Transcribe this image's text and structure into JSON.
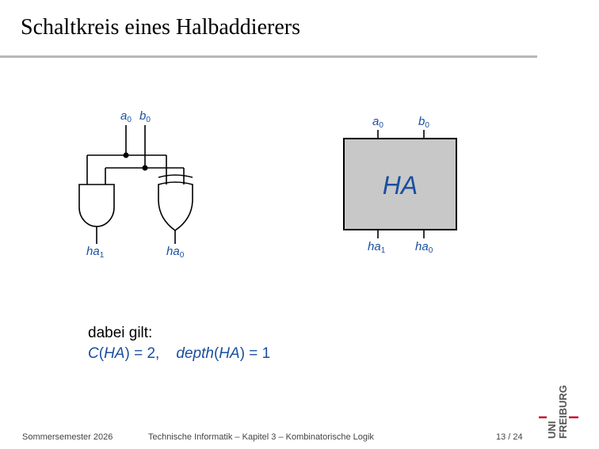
{
  "slide": {
    "title": "Schaltkreis eines Halbaddierers"
  },
  "circuit": {
    "inputs": {
      "a": "a",
      "a_sub": "0",
      "b": "b",
      "b_sub": "0"
    },
    "outputs": {
      "ha1": "ha",
      "ha1_sub": "1",
      "ha0": "ha",
      "ha0_sub": "0"
    }
  },
  "block": {
    "name": "HA",
    "inputs": {
      "a": "a",
      "a_sub": "0",
      "b": "b",
      "b_sub": "0"
    },
    "outputs": {
      "ha1": "ha",
      "ha1_sub": "1",
      "ha0": "ha",
      "ha0_sub": "0"
    }
  },
  "note": {
    "intro": "dabei gilt:",
    "cost_fn": "C",
    "arg1": "HA",
    "cost_eq": ") = 2,",
    "depth_fn": "depth",
    "arg2": "HA",
    "depth_eq": ") = 1"
  },
  "footer": {
    "semester": "Sommersemester 2026",
    "course": "Technische Informatik –  Kapitel 3 – Kombinatorische Logik",
    "page": "13 / 24"
  },
  "logo": {
    "line1": "UNI",
    "line2": "FREIBURG",
    "accent": "#c8102e"
  },
  "colors": {
    "label": "#1a4fa0",
    "block_fill": "#c8c8c8",
    "rule": "#b8b8b8"
  }
}
